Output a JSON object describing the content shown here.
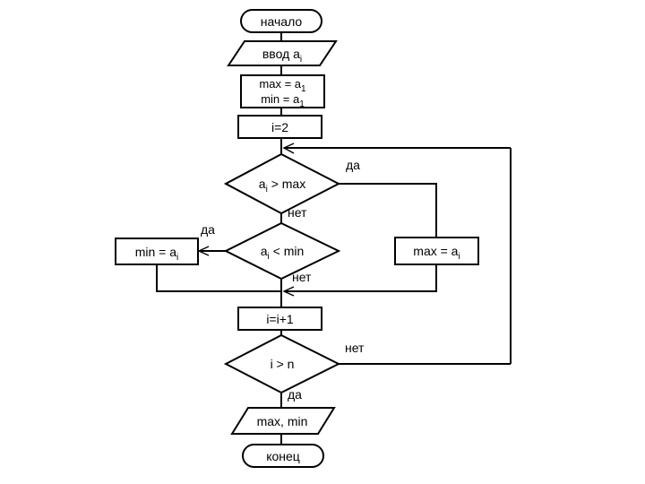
{
  "colors": {
    "background": "#ffffff",
    "line": "#000000",
    "text": "#000000"
  },
  "nodes": {
    "start": {
      "label": "начало"
    },
    "input": {
      "pre": "ввод a",
      "sub": "i"
    },
    "init_line1": {
      "pre": "max = a",
      "sub": "1"
    },
    "init_line2": {
      "pre": "min = a",
      "sub": "1"
    },
    "set_i": {
      "label": "i=2"
    },
    "cmp_max": {
      "pre": "a",
      "sub": "i",
      "post": " > max"
    },
    "set_min": {
      "pre": "min = a",
      "sub": "i"
    },
    "cmp_min": {
      "pre": "a",
      "sub": "i",
      "post": " < min"
    },
    "set_max": {
      "pre": "max = a",
      "sub": "i"
    },
    "increment": {
      "label": "i=i+1"
    },
    "cmp_n": {
      "label": "i > n"
    },
    "output": {
      "label": "max, min"
    },
    "end": {
      "label": "конец"
    }
  },
  "edge_labels": {
    "cmp_max_yes": "да",
    "cmp_max_no": "нет",
    "cmp_min_yes": "да",
    "cmp_min_no": "нет",
    "cmp_n_no": "нет",
    "cmp_n_yes": "да"
  }
}
